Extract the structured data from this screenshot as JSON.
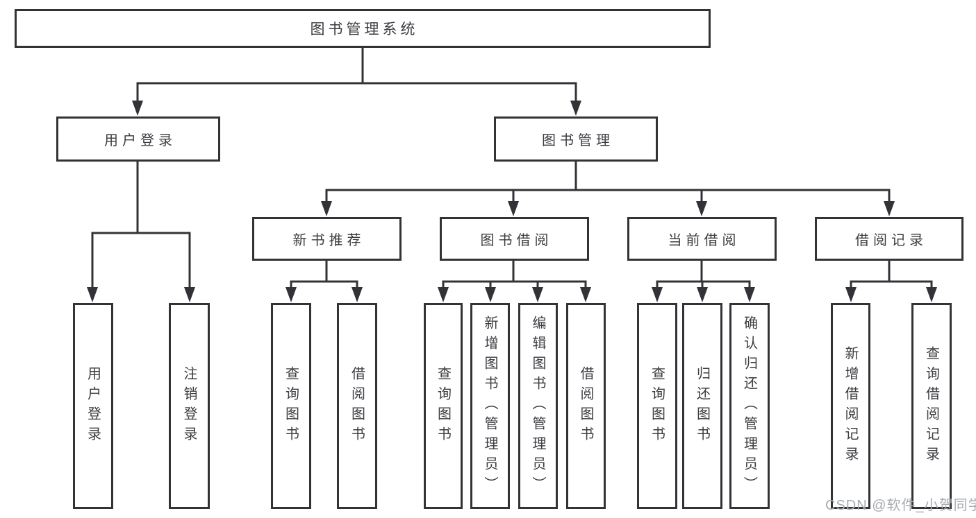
{
  "nodes": {
    "root": "图书管理系统",
    "user_login": "用户登录",
    "book_management": "图书管理",
    "new_book_recommend": "新书推荐",
    "book_borrowing": "图书借阅",
    "current_borrowing": "当前借阅",
    "borrowing_records": "借阅记录",
    "leaf_user_login": "用户登录",
    "leaf_logout": "注销登录",
    "leaf_nb_query_books": "查询图书",
    "leaf_nb_borrow_books": "借阅图书",
    "leaf_bb_query_books": "查询图书",
    "leaf_bb_add_books": "新增图书（管理员）",
    "leaf_bb_edit_books": "编辑图书（管理员）",
    "leaf_bb_borrow_books": "借阅图书",
    "leaf_cb_query_books": "查询图书",
    "leaf_cb_return_books": "归还图书",
    "leaf_cb_confirm_return": "确认归还（管理员）",
    "leaf_br_add_record": "新增借阅记录",
    "leaf_br_query_record": "查询借阅记录"
  },
  "hierarchy": {
    "图书管理系统": [
      "用户登录",
      "图书管理"
    ],
    "用户登录": [
      "用户登录",
      "注销登录"
    ],
    "图书管理": [
      "新书推荐",
      "图书借阅",
      "当前借阅",
      "借阅记录"
    ],
    "新书推荐": [
      "查询图书",
      "借阅图书"
    ],
    "图书借阅": [
      "查询图书",
      "新增图书（管理员）",
      "编辑图书（管理员）",
      "借阅图书"
    ],
    "当前借阅": [
      "查询图书",
      "归还图书",
      "确认归还（管理员）"
    ],
    "借阅记录": [
      "新增借阅记录",
      "查询借阅记录"
    ]
  },
  "watermark": "CSDN @软件_小贺同学",
  "colors": {
    "line": "#323337",
    "text": "#3c3c42",
    "watermark": "#a8abaf",
    "background": "#ffffff"
  }
}
